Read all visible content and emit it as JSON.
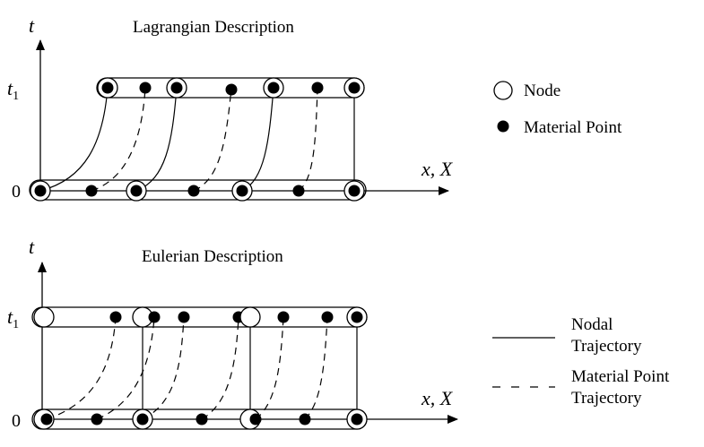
{
  "lagrangian": {
    "title": "Lagrangian Description",
    "t_axis": "t",
    "t1_label": "t",
    "t1_sub": "1",
    "zero_label": "0",
    "x_axis": "x, X"
  },
  "eulerian": {
    "title": "Eulerian Description",
    "t_axis": "t",
    "t1_label": "t",
    "t1_sub": "1",
    "zero_label": "0",
    "x_axis": "x, X"
  },
  "legend": {
    "node": "Node",
    "material_point": "Material Point",
    "nodal_line1": "Nodal",
    "nodal_line2": "Trajectory",
    "material_line1": "Material Point",
    "material_line2": "Trajectory"
  }
}
